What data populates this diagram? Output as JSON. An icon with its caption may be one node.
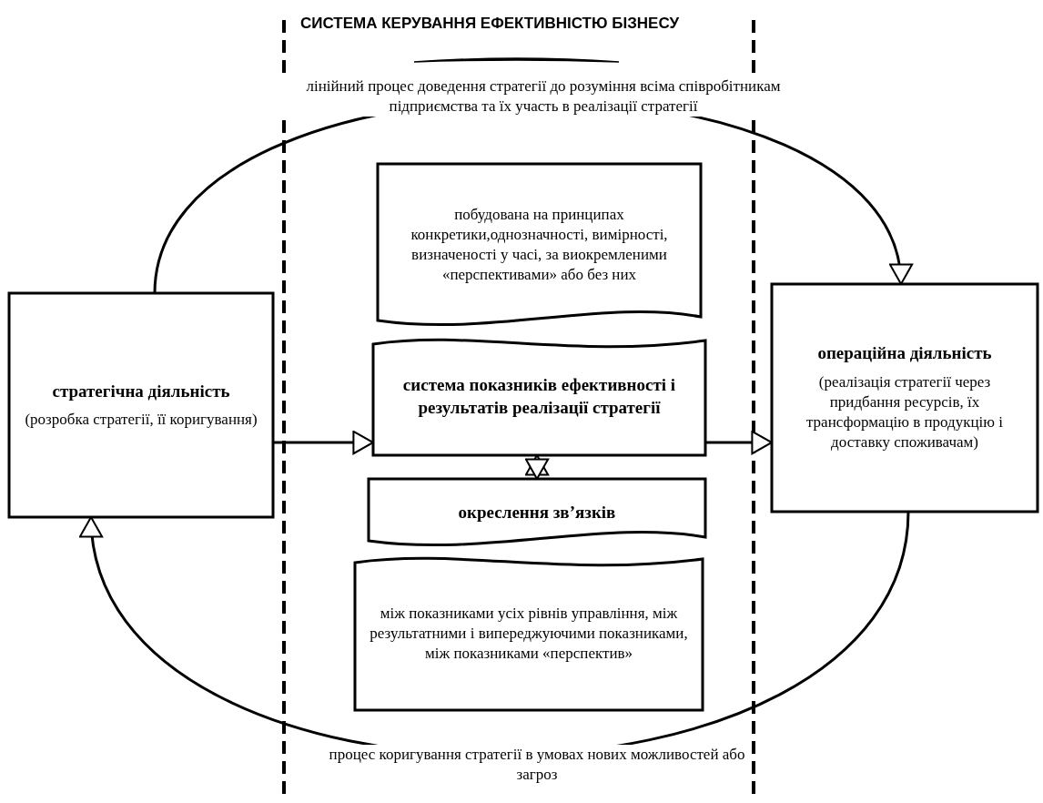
{
  "diagram": {
    "title": "СИСТЕМА КЕРУВАННЯ ЕФЕКТИВНІСТЮ БІЗНЕСУ",
    "nodes": [
      {
        "text": [
          "стратегічна діяльність",
          "(розробка стратегії, її коригування)"
        ]
      },
      {
        "text": [
          "операційна діяльність",
          "(реалізація стратегії через придбання ресурсів, їх трансформацію в продукцію і доставку споживачам)"
        ]
      },
      {
        "text": [
          "побудована на принципах конкретики,однозначності, вимірності, визначеності у часі, за виокремленими «перспективами» або без них"
        ]
      },
      {
        "text": [
          "система показників ефективності і результатів реалізації стратегії"
        ]
      },
      {
        "text": [
          "окреслення зв’язків"
        ]
      },
      {
        "text": [
          "між показниками усіх рівнів управління, між результатними і випереджуючими показниками, між показниками «перспектив»"
        ]
      }
    ],
    "edges": [
      {
        "from": 0,
        "to": 1,
        "arrow": "to",
        "label": "лінійний процес доведення стратегії до розуміння всіма співробітникам підприємства та їх участь в реалізації стратегії"
      },
      {
        "from": 1,
        "to": 0,
        "arrow": "to",
        "label": "процес коригування стратегії в умовах нових можливостей або загроз"
      },
      {
        "from": 0,
        "to": 3,
        "arrow": "to"
      },
      {
        "from": 3,
        "to": 1,
        "arrow": "to"
      },
      {
        "from": 3,
        "to": 4,
        "arrow": "both"
      }
    ]
  }
}
